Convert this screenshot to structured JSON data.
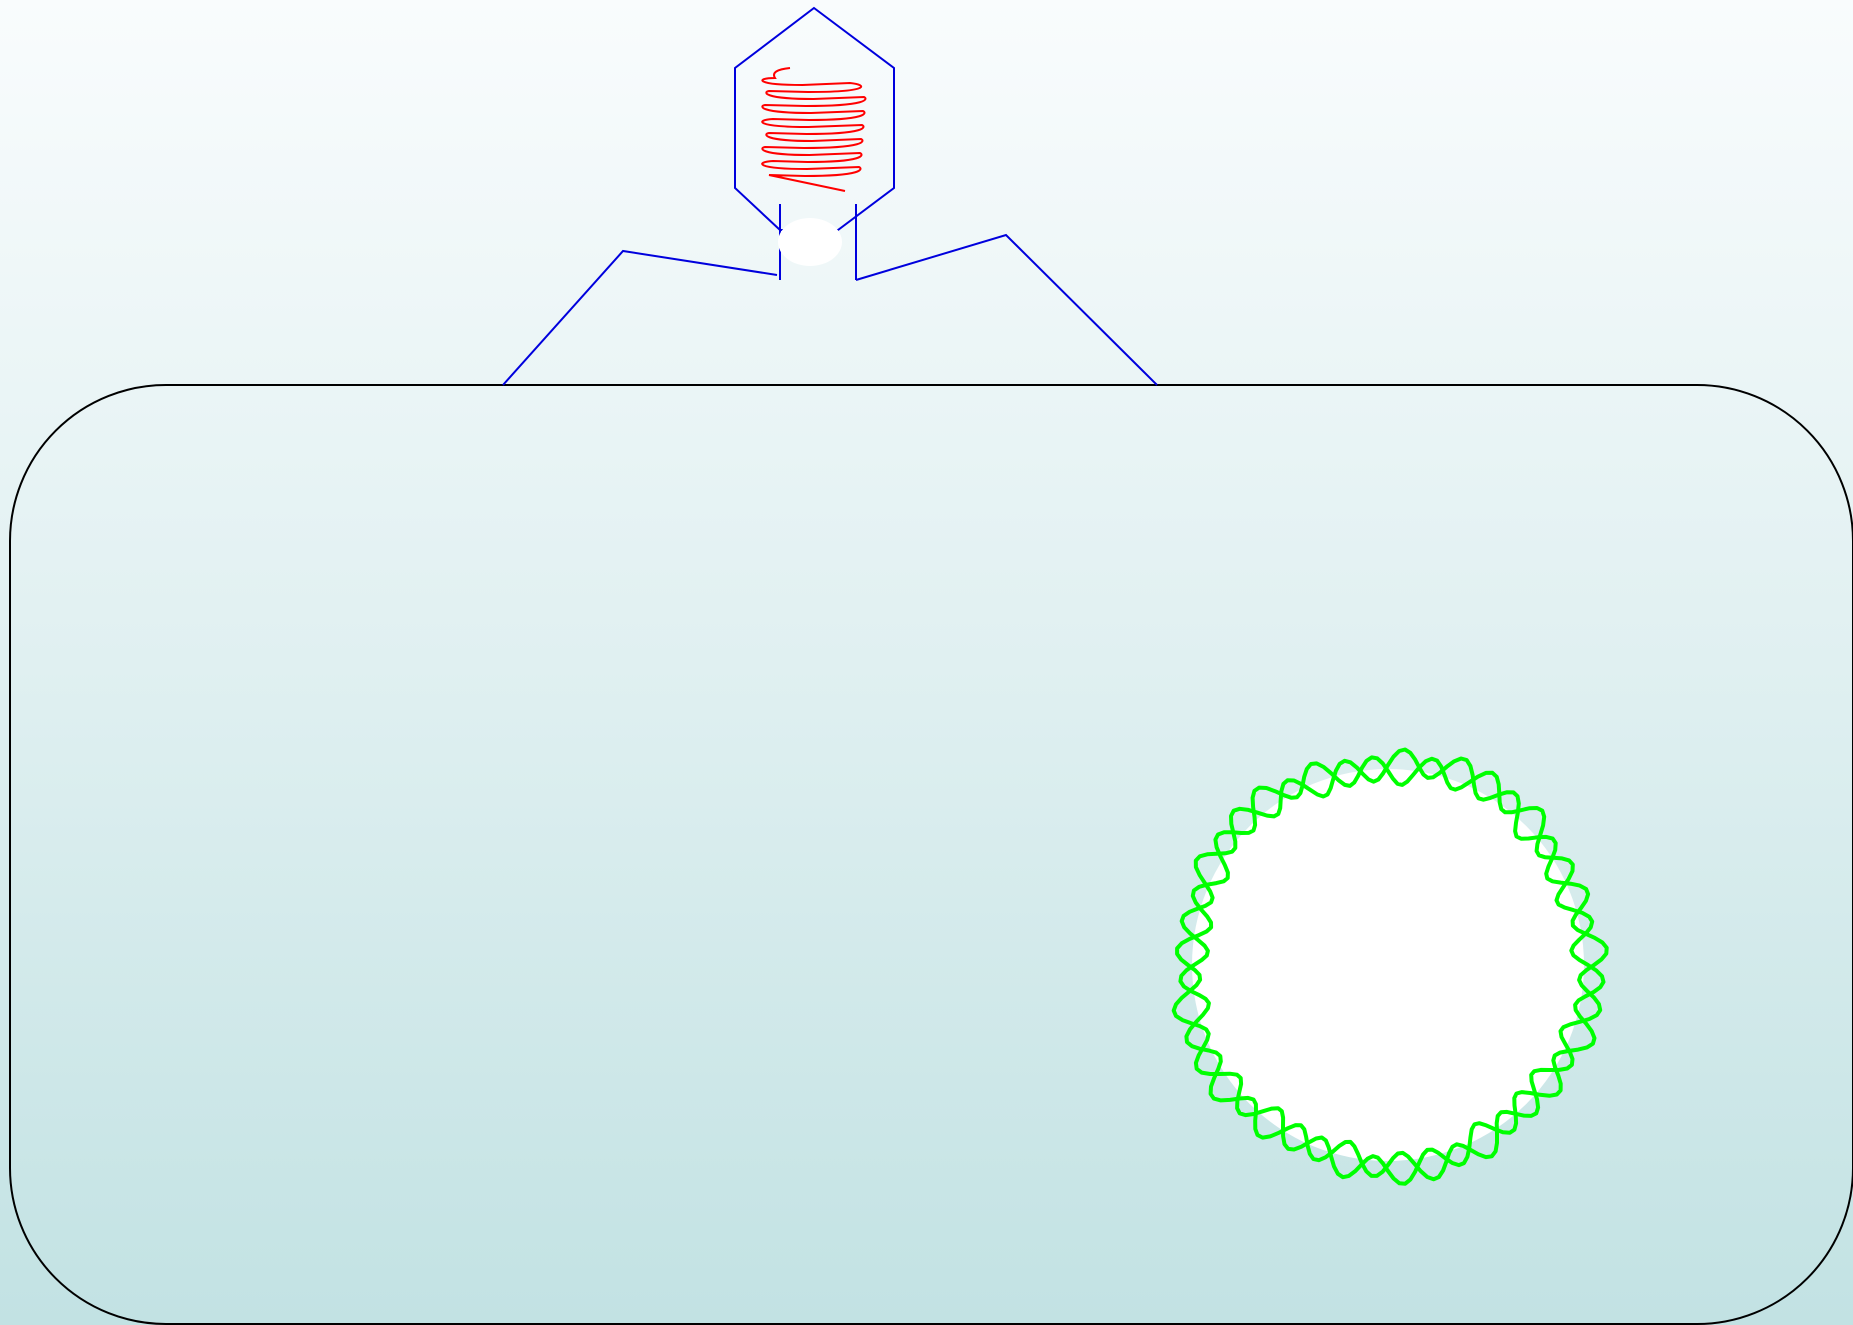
{
  "diagram": {
    "elements": [
      {
        "name": "bacterial-cell",
        "label": ""
      },
      {
        "name": "phage-capsid",
        "label": ""
      },
      {
        "name": "phage-dna-coil",
        "label": ""
      },
      {
        "name": "phage-tail",
        "label": ""
      },
      {
        "name": "phage-tail-fibers",
        "label": ""
      },
      {
        "name": "bacterial-chromosome",
        "label": ""
      }
    ],
    "colors": {
      "cell_outline": "#000000",
      "cell_fill": "transparent",
      "phage_outline": "#0000dd",
      "phage_dna": "#ff0000",
      "chromosome": "#00ff00",
      "highlight": "#ffffff"
    }
  }
}
